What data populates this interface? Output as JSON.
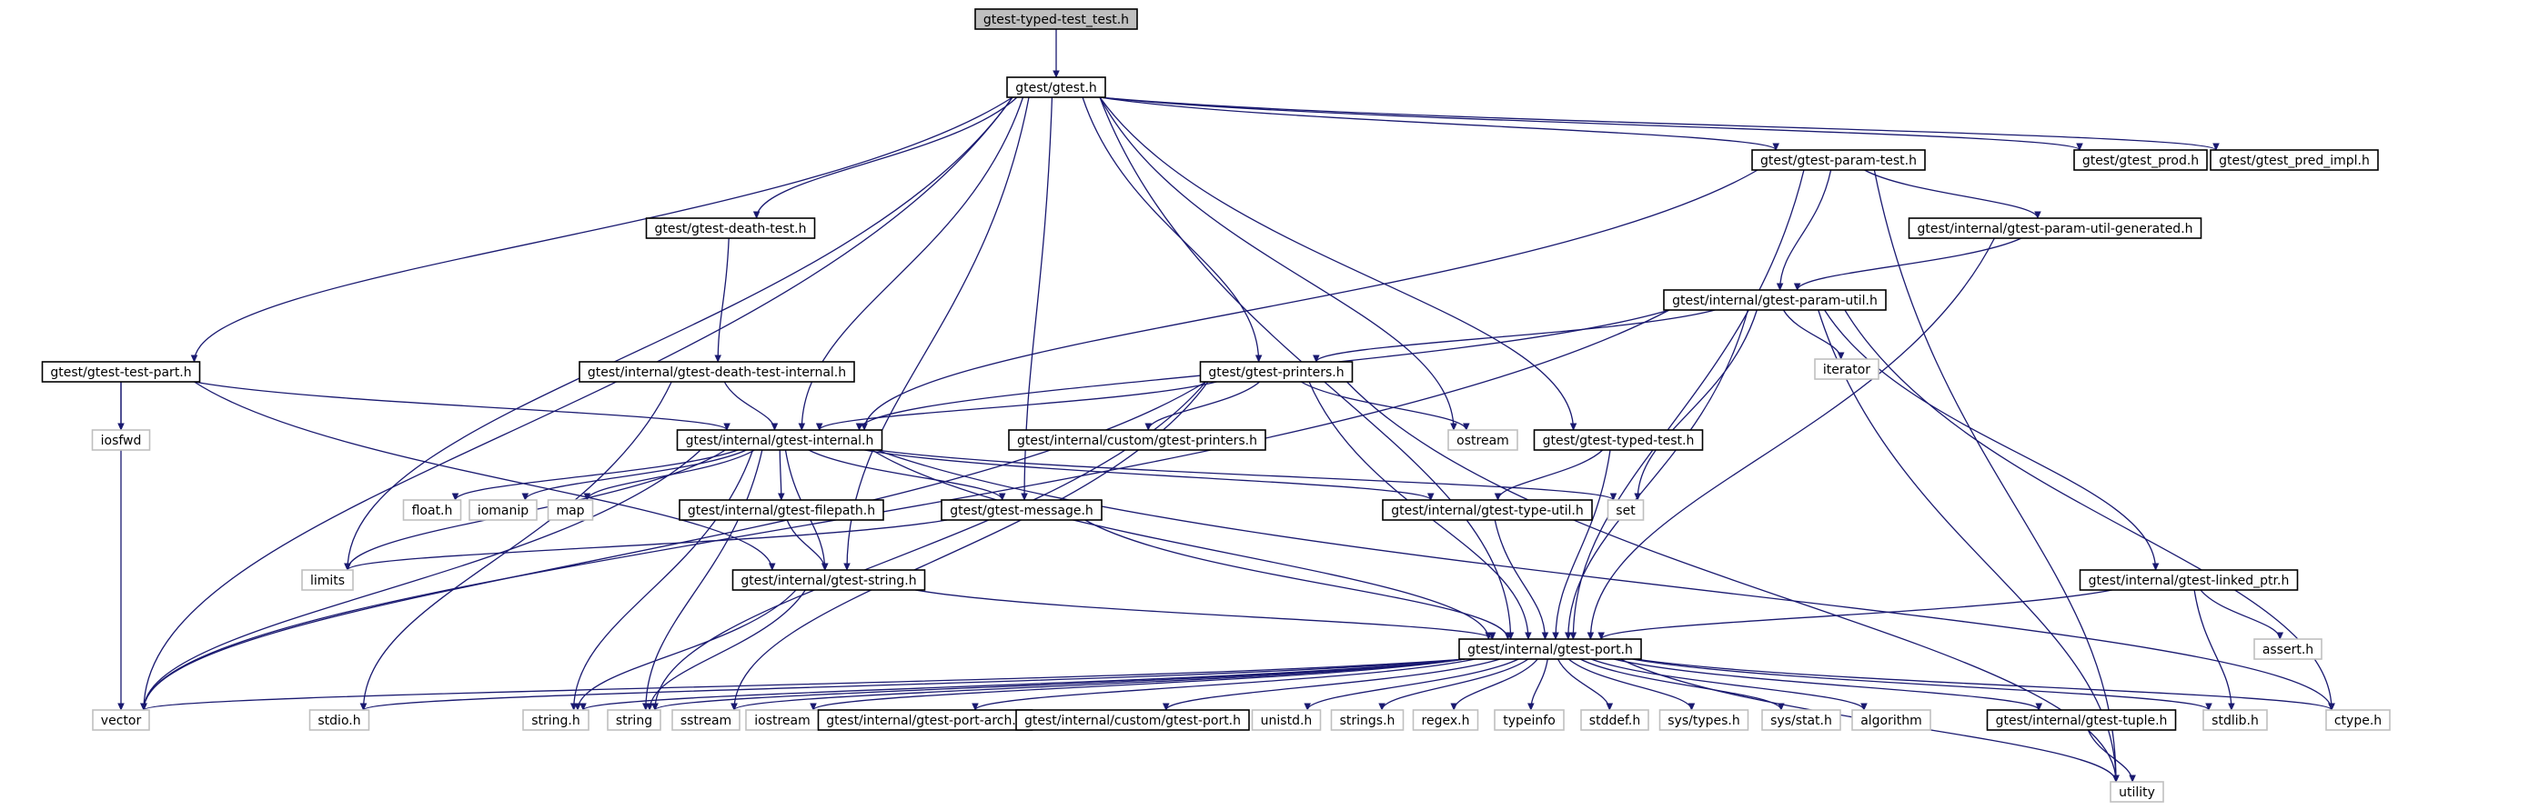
{
  "colors": {
    "edge": "#191970",
    "root_fill": "#bfbfbf",
    "root_stroke": "#000000",
    "header_stroke": "#000000",
    "external_stroke": "#bfbfbf",
    "fill": "#ffffff",
    "text": "#000000"
  },
  "nodes": [
    {
      "id": "root",
      "label": "gtest-typed-test_test.h",
      "kind": "root"
    },
    {
      "id": "gtest",
      "label": "gtest/gtest.h",
      "kind": "header"
    },
    {
      "id": "param_test",
      "label": "gtest/gtest-param-test.h",
      "kind": "header"
    },
    {
      "id": "gtest_prod",
      "label": "gtest/gtest_prod.h",
      "kind": "header"
    },
    {
      "id": "pred_impl",
      "label": "gtest/gtest_pred_impl.h",
      "kind": "header"
    },
    {
      "id": "death_test",
      "label": "gtest/gtest-death-test.h",
      "kind": "header"
    },
    {
      "id": "param_util_gen",
      "label": "gtest/internal/gtest-param-util-generated.h",
      "kind": "header"
    },
    {
      "id": "param_util",
      "label": "gtest/internal/gtest-param-util.h",
      "kind": "header"
    },
    {
      "id": "test_part",
      "label": "gtest/gtest-test-part.h",
      "kind": "header"
    },
    {
      "id": "death_internal",
      "label": "gtest/internal/gtest-death-test-internal.h",
      "kind": "header"
    },
    {
      "id": "printers",
      "label": "gtest/gtest-printers.h",
      "kind": "header"
    },
    {
      "id": "iterator",
      "label": "iterator",
      "kind": "external"
    },
    {
      "id": "iosfwd",
      "label": "iosfwd",
      "kind": "external"
    },
    {
      "id": "internal",
      "label": "gtest/internal/gtest-internal.h",
      "kind": "header"
    },
    {
      "id": "custom_printers",
      "label": "gtest/internal/custom/gtest-printers.h",
      "kind": "header"
    },
    {
      "id": "ostream",
      "label": "ostream",
      "kind": "external"
    },
    {
      "id": "typed_test",
      "label": "gtest/gtest-typed-test.h",
      "kind": "header"
    },
    {
      "id": "float",
      "label": "float.h",
      "kind": "external"
    },
    {
      "id": "iomanip",
      "label": "iomanip",
      "kind": "external"
    },
    {
      "id": "map",
      "label": "map",
      "kind": "external"
    },
    {
      "id": "filepath",
      "label": "gtest/internal/gtest-filepath.h",
      "kind": "header"
    },
    {
      "id": "message",
      "label": "gtest/gtest-message.h",
      "kind": "header"
    },
    {
      "id": "type_util",
      "label": "gtest/internal/gtest-type-util.h",
      "kind": "header"
    },
    {
      "id": "set",
      "label": "set",
      "kind": "external"
    },
    {
      "id": "limits",
      "label": "limits",
      "kind": "external"
    },
    {
      "id": "string_h",
      "label": "gtest/internal/gtest-string.h",
      "kind": "header"
    },
    {
      "id": "linked_ptr",
      "label": "gtest/internal/gtest-linked_ptr.h",
      "kind": "header"
    },
    {
      "id": "assert",
      "label": "assert.h",
      "kind": "external"
    },
    {
      "id": "port",
      "label": "gtest/internal/gtest-port.h",
      "kind": "header"
    },
    {
      "id": "vector",
      "label": "vector",
      "kind": "external"
    },
    {
      "id": "stdio",
      "label": "stdio.h",
      "kind": "external"
    },
    {
      "id": "cstring",
      "label": "string.h",
      "kind": "external"
    },
    {
      "id": "string",
      "label": "string",
      "kind": "external"
    },
    {
      "id": "sstream",
      "label": "sstream",
      "kind": "external"
    },
    {
      "id": "iostream",
      "label": "iostream",
      "kind": "external"
    },
    {
      "id": "port_arch",
      "label": "gtest/internal/gtest-port-arch.h",
      "kind": "header"
    },
    {
      "id": "custom_port",
      "label": "gtest/internal/custom/gtest-port.h",
      "kind": "header"
    },
    {
      "id": "unistd",
      "label": "unistd.h",
      "kind": "external"
    },
    {
      "id": "strings",
      "label": "strings.h",
      "kind": "external"
    },
    {
      "id": "regex",
      "label": "regex.h",
      "kind": "external"
    },
    {
      "id": "typeinfo",
      "label": "typeinfo",
      "kind": "external"
    },
    {
      "id": "stddef",
      "label": "stddef.h",
      "kind": "external"
    },
    {
      "id": "sys_types",
      "label": "sys/types.h",
      "kind": "external"
    },
    {
      "id": "sys_stat",
      "label": "sys/stat.h",
      "kind": "external"
    },
    {
      "id": "algorithm",
      "label": "algorithm",
      "kind": "external"
    },
    {
      "id": "tuple",
      "label": "gtest/internal/gtest-tuple.h",
      "kind": "header"
    },
    {
      "id": "stdlib",
      "label": "stdlib.h",
      "kind": "external"
    },
    {
      "id": "ctype",
      "label": "ctype.h",
      "kind": "external"
    },
    {
      "id": "utility",
      "label": "utility",
      "kind": "external"
    }
  ],
  "edges": [
    [
      "root",
      "gtest"
    ],
    [
      "gtest",
      "param_test"
    ],
    [
      "gtest",
      "gtest_prod"
    ],
    [
      "gtest",
      "pred_impl"
    ],
    [
      "gtest",
      "death_test"
    ],
    [
      "gtest",
      "test_part"
    ],
    [
      "gtest",
      "printers"
    ],
    [
      "gtest",
      "internal"
    ],
    [
      "gtest",
      "message"
    ],
    [
      "gtest",
      "typed_test"
    ],
    [
      "gtest",
      "string_h"
    ],
    [
      "gtest",
      "port"
    ],
    [
      "gtest",
      "vector"
    ],
    [
      "gtest",
      "limits"
    ],
    [
      "gtest",
      "ostream"
    ],
    [
      "param_test",
      "param_util_gen"
    ],
    [
      "param_test",
      "param_util"
    ],
    [
      "param_test",
      "internal"
    ],
    [
      "param_test",
      "port"
    ],
    [
      "param_test",
      "utility"
    ],
    [
      "param_util_gen",
      "param_util"
    ],
    [
      "param_util_gen",
      "port"
    ],
    [
      "param_util",
      "printers"
    ],
    [
      "param_util",
      "internal"
    ],
    [
      "param_util",
      "linked_ptr"
    ],
    [
      "param_util",
      "port"
    ],
    [
      "param_util",
      "iterator"
    ],
    [
      "param_util",
      "set"
    ],
    [
      "param_util",
      "vector"
    ],
    [
      "param_util",
      "utility"
    ],
    [
      "param_util",
      "ctype"
    ],
    [
      "death_test",
      "death_internal"
    ],
    [
      "death_internal",
      "internal"
    ],
    [
      "death_internal",
      "stdio"
    ],
    [
      "test_part",
      "internal"
    ],
    [
      "test_part",
      "string_h"
    ],
    [
      "test_part",
      "iosfwd"
    ],
    [
      "test_part",
      "vector"
    ],
    [
      "printers",
      "internal"
    ],
    [
      "printers",
      "custom_printers"
    ],
    [
      "printers",
      "ostream"
    ],
    [
      "printers",
      "port"
    ],
    [
      "printers",
      "string"
    ],
    [
      "printers",
      "sstream"
    ],
    [
      "printers",
      "utility"
    ],
    [
      "printers",
      "vector"
    ],
    [
      "typed_test",
      "type_util"
    ],
    [
      "typed_test",
      "port"
    ],
    [
      "internal",
      "float"
    ],
    [
      "internal",
      "iomanip"
    ],
    [
      "internal",
      "map"
    ],
    [
      "internal",
      "filepath"
    ],
    [
      "internal",
      "message"
    ],
    [
      "internal",
      "type_util"
    ],
    [
      "internal",
      "set"
    ],
    [
      "internal",
      "limits"
    ],
    [
      "internal",
      "string_h"
    ],
    [
      "internal",
      "port"
    ],
    [
      "internal",
      "vector"
    ],
    [
      "internal",
      "cstring"
    ],
    [
      "internal",
      "string"
    ],
    [
      "internal",
      "ctype"
    ],
    [
      "filepath",
      "string_h"
    ],
    [
      "message",
      "limits"
    ],
    [
      "message",
      "port"
    ],
    [
      "type_util",
      "port"
    ],
    [
      "string_h",
      "port"
    ],
    [
      "string_h",
      "string"
    ],
    [
      "string_h",
      "cstring"
    ],
    [
      "linked_ptr",
      "port"
    ],
    [
      "linked_ptr",
      "assert"
    ],
    [
      "linked_ptr",
      "stdlib"
    ],
    [
      "port",
      "vector"
    ],
    [
      "port",
      "stdio"
    ],
    [
      "port",
      "cstring"
    ],
    [
      "port",
      "string"
    ],
    [
      "port",
      "sstream"
    ],
    [
      "port",
      "iostream"
    ],
    [
      "port",
      "port_arch"
    ],
    [
      "port",
      "custom_port"
    ],
    [
      "port",
      "unistd"
    ],
    [
      "port",
      "strings"
    ],
    [
      "port",
      "regex"
    ],
    [
      "port",
      "typeinfo"
    ],
    [
      "port",
      "stddef"
    ],
    [
      "port",
      "sys_types"
    ],
    [
      "port",
      "sys_stat"
    ],
    [
      "port",
      "algorithm"
    ],
    [
      "port",
      "tuple"
    ],
    [
      "port",
      "stdlib"
    ],
    [
      "port",
      "ctype"
    ],
    [
      "port",
      "utility"
    ],
    [
      "tuple",
      "utility"
    ]
  ]
}
